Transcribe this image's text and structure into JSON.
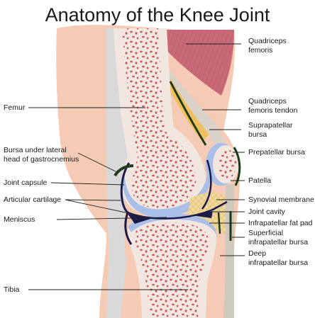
{
  "title": "Anatomy of the Knee Joint",
  "labels": {
    "quadriceps_femoris": [
      "Quadriceps",
      "femoris"
    ],
    "quadriceps_tendon": [
      "Quadriceps",
      "femoris tendon"
    ],
    "suprapatellar_bursa": [
      "Suprapatellar",
      "bursa"
    ],
    "prepatellar_bursa": "Prepatellar bursa",
    "patella": "Patella",
    "synovial_membrane": "Synovial membrane",
    "joint_cavity": "Joint cavity",
    "infrapatellar_fat_pad": "Infrapatellar fat pad",
    "superficial_infrapatellar_bursa": [
      "Superficial",
      "infrapatellar bursa"
    ],
    "deep_infrapatellar_bursa": [
      "Deep",
      "infrapatellar bursa"
    ],
    "femur": "Femur",
    "bursa_gastrocnemius": [
      "Bursa under lateral",
      "head of gastrocnemius"
    ],
    "joint_capsule": "Joint capsule",
    "articular_cartilage": "Articular cartilage",
    "meniscus": "Meniscus",
    "tibia": "Tibia"
  },
  "colors": {
    "skin": "#f6cbb5",
    "bone_cortex": "#f2e6e0",
    "marrow_dot": "#c9585a",
    "cartilage": "#a9bfe8",
    "dark_membrane": "#1c1a4a",
    "fat_pad": "#f0d89a",
    "muscle": "#c96a78",
    "tendon": "#d8d2c8",
    "bursa_green": "#1d3a1d"
  }
}
